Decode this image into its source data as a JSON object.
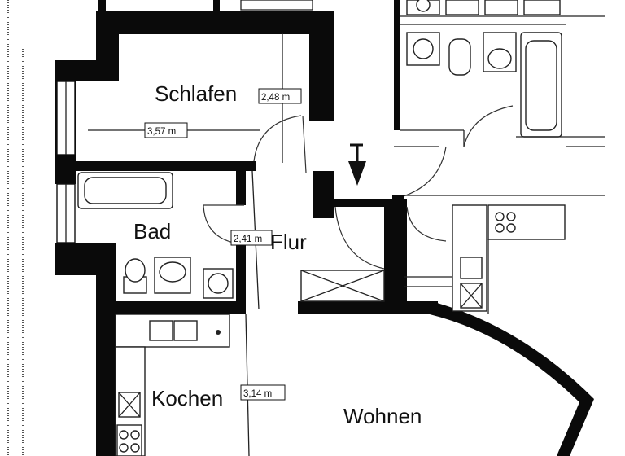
{
  "rooms": {
    "schlafen": "Schlafen",
    "bad": "Bad",
    "flur": "Flur",
    "kochen": "Kochen",
    "wohnen": "Wohnen"
  },
  "dimensions": {
    "schlafen_width": "2,48 m",
    "schlafen_length": "3,57 m",
    "flur_width": "2,41 m",
    "kochen_length": "3,14 m"
  },
  "icons": [
    "entrance-arrow-icon"
  ],
  "colors": {
    "wall": "#0a0a0a",
    "line": "#222222",
    "background": "#ffffff"
  }
}
